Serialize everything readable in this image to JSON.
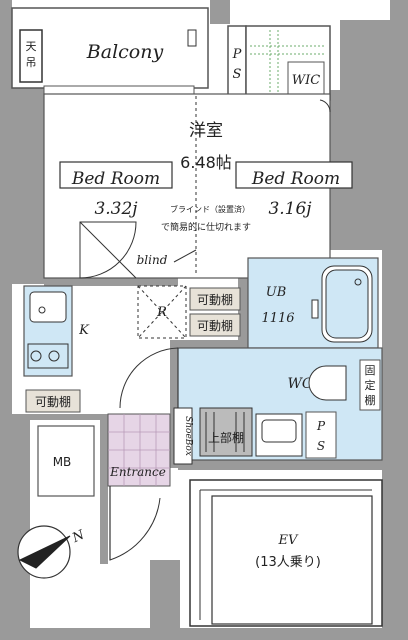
{
  "rooms": {
    "balcony": "Balcony",
    "ps_top": "P\nS",
    "wic": "WIC",
    "western_room": "洋室",
    "western_size": "6.48帖",
    "bedroom_left": "Bed Room",
    "bedroom_left_size": "3.32j",
    "bedroom_right": "Bed Room",
    "bedroom_right_size": "3.16j",
    "blind_note_1": "ブラインド（設置済）",
    "blind_note_2": "で簡易的に仕切れます",
    "blind": "blind",
    "ub": "UB",
    "ub_size": "1116",
    "k": "K",
    "r": "R",
    "shelf_1": "可動棚",
    "shelf_2": "可動棚",
    "shelf_3": "可動棚",
    "wc": "WC",
    "fixed_shelf": "固定棚",
    "mb": "MB",
    "entrance": "Entrance",
    "shoebox": "ShoeBox",
    "upper_shelf": "上部棚",
    "ps_bottom": "P\nS",
    "ev": "EV",
    "ev_capacity": "(13人乗り)",
    "tenju": "天吊",
    "north": "N"
  },
  "colors": {
    "wall": "#9a9a9a",
    "water": "#cfe7f5",
    "entrance": "#e6d5e6",
    "shelf": "#e7e2d8",
    "wic_dots": "#6cae6c"
  }
}
